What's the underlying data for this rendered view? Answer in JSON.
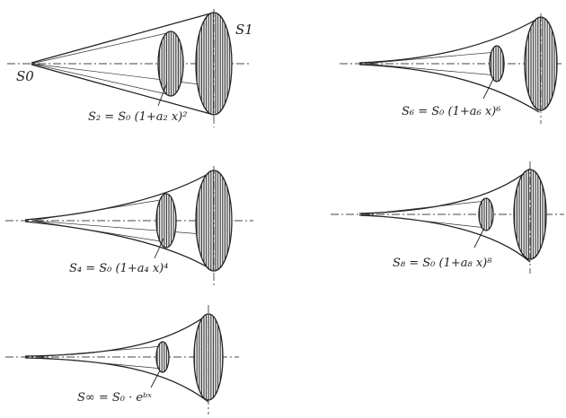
{
  "labels": {
    "s0": "S0",
    "s1": "S1"
  },
  "formulas": {
    "f2": "S₂ = S₀ (1+a₂ x)²",
    "f4": "S₄ = S₀ (1+a₄ x)⁴",
    "f6": "S₆ = S₀ (1+a₆ x)⁶",
    "f8": "S₈ = S₀ (1+a₈ x)⁸",
    "finf": "S∞ = S₀ · eᵇˣ"
  }
}
